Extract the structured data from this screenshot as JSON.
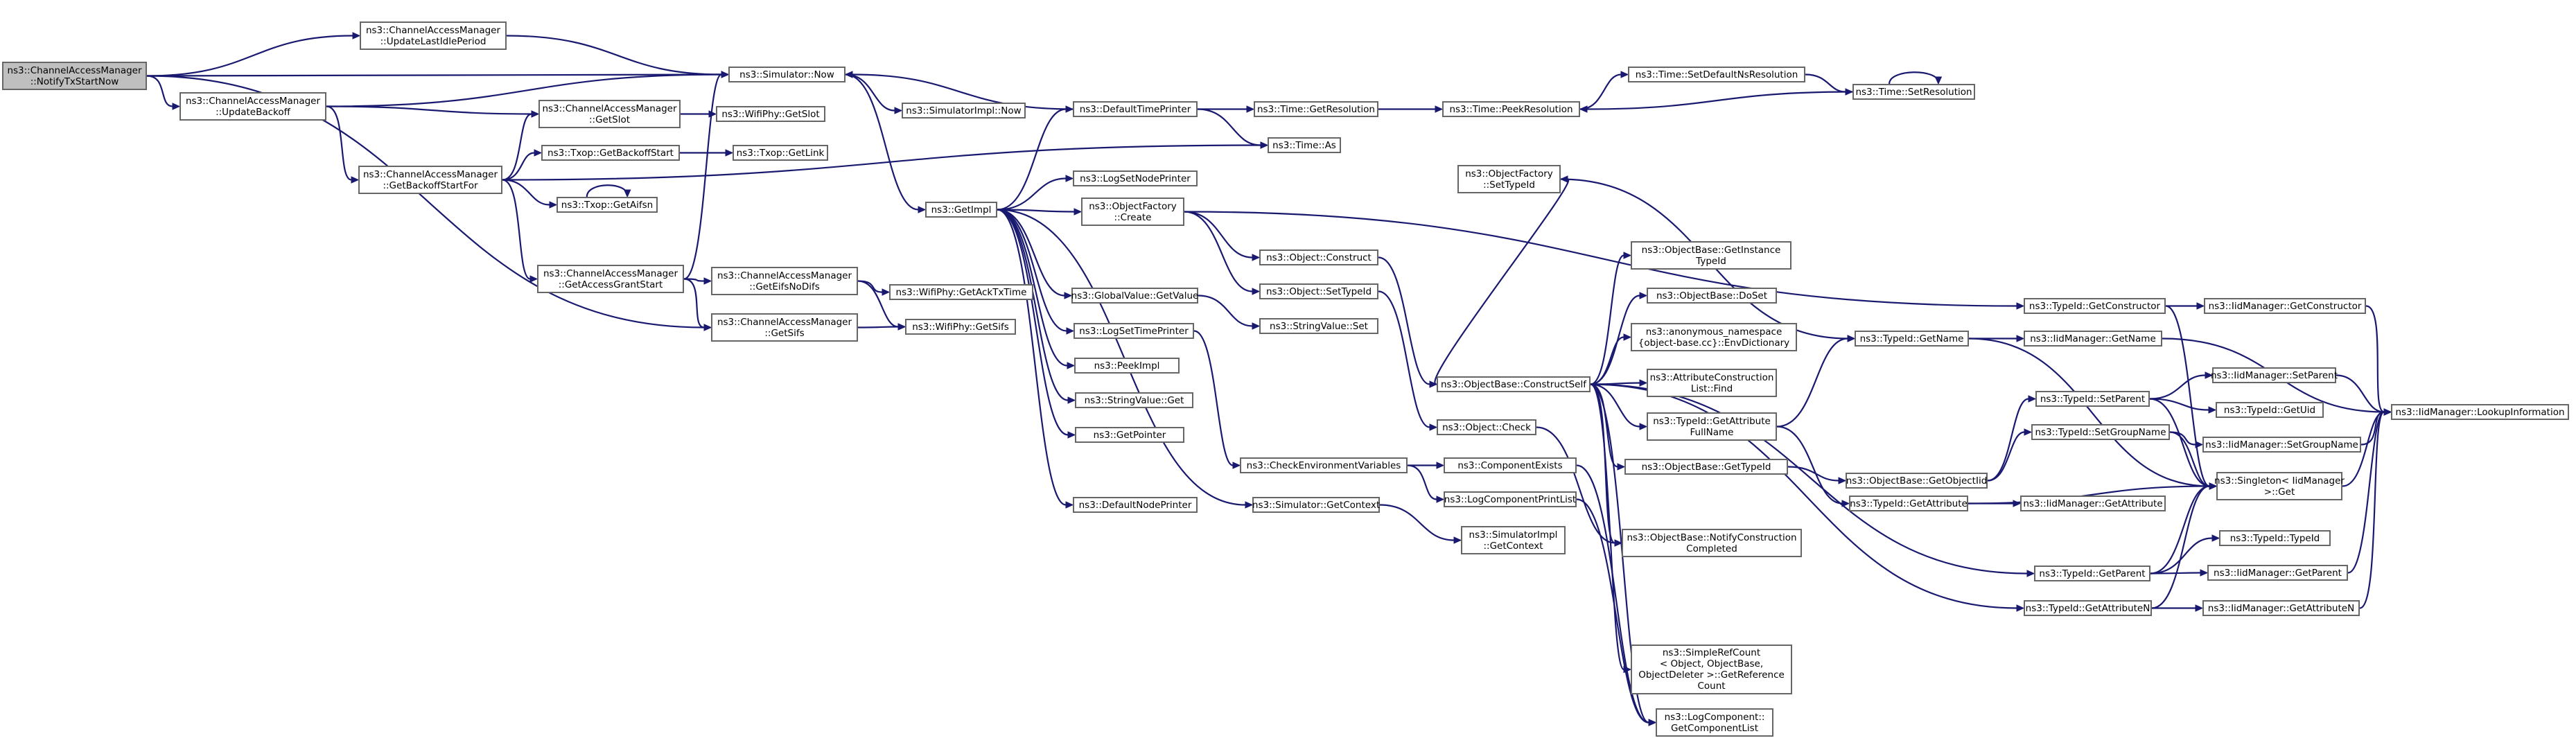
{
  "graph": {
    "colors": {
      "edge": "#191970",
      "node_border": "#666666",
      "root_fill": "#bfbfbf",
      "node_fill": "#ffffff"
    },
    "nodes": {
      "n0": [
        "ns3::ChannelAccessManager",
        "::NotifyTxStartNow"
      ],
      "n1": [
        "ns3::ChannelAccessManager",
        "::UpdateLastIdlePeriod"
      ],
      "n2": [
        "ns3::Simulator::Now"
      ],
      "n3": [
        "ns3::ChannelAccessManager",
        "::UpdateBackoff"
      ],
      "n4": [
        "ns3::ChannelAccessManager",
        "::GetSlot"
      ],
      "n5": [
        "ns3::WifiPhy::GetSlot"
      ],
      "n6": [
        "ns3::SimulatorImpl::Now"
      ],
      "n7": [
        "ns3::DefaultTimePrinter"
      ],
      "n8": [
        "ns3::Time::GetResolution"
      ],
      "n9": [
        "ns3::Time::PeekResolution"
      ],
      "n10": [
        "ns3::Time::SetDefaultNsResolution"
      ],
      "n11": [
        "ns3::Time::SetResolution"
      ],
      "n12": [
        "ns3::ChannelAccessManager",
        "::GetBackoffStartFor"
      ],
      "n13": [
        "ns3::Txop::GetBackoffStart"
      ],
      "n14": [
        "ns3::Txop::GetLink"
      ],
      "n15": [
        "ns3::Time::As"
      ],
      "n16": [
        "ns3::Txop::GetAifsn"
      ],
      "n17": [
        "ns3::ObjectFactory",
        "::SetTypeId"
      ],
      "n18": [
        "ns3::LogSetNodePrinter"
      ],
      "n19": [
        "ns3::GetImpl"
      ],
      "n20": [
        "ns3::ObjectFactory",
        "::Create"
      ],
      "n21": [
        "ns3::Object::Construct"
      ],
      "n22": [
        "ns3::ChannelAccessManager",
        "::GetAccessGrantStart"
      ],
      "n23": [
        "ns3::ChannelAccessManager",
        "::GetEifsNoDifs"
      ],
      "n24": [
        "ns3::WifiPhy::GetAckTxTime"
      ],
      "n25": [
        "ns3::GlobalValue::GetValue"
      ],
      "n26": [
        "ns3::Object::SetTypeId"
      ],
      "n27": [
        "ns3::ObjectBase::GetInstance",
        "TypeId"
      ],
      "n28": [
        "ns3::StringValue::Set"
      ],
      "n29": [
        "ns3::ChannelAccessManager",
        "::GetSifs"
      ],
      "n30": [
        "ns3::WifiPhy::GetSifs"
      ],
      "n31": [
        "ns3::LogSetTimePrinter"
      ],
      "n32": [
        "ns3::ObjectBase::DoSet"
      ],
      "n33": [
        "ns3::TypeId::GetConstructor"
      ],
      "n34": [
        "ns3::IidManager::GetConstructor"
      ],
      "n35": [
        "ns3::anonymous_namespace",
        "{object-base.cc}::EnvDictionary"
      ],
      "n36": [
        "ns3::TypeId::GetName"
      ],
      "n37": [
        "ns3::IidManager::GetName"
      ],
      "n38": [
        "ns3::PeekImpl"
      ],
      "n39": [
        "ns3::AttributeConstruction",
        "List::Find"
      ],
      "n40": [
        "ns3::ObjectBase::ConstructSelf"
      ],
      "n41": [
        "ns3::IidManager::SetParent"
      ],
      "n42": [
        "ns3::TypeId::SetParent"
      ],
      "n43": [
        "ns3::IidManager::LookupInformation"
      ],
      "n44": [
        "ns3::StringValue::Get"
      ],
      "n45": [
        "ns3::TypeId::GetUid"
      ],
      "n46": [
        "ns3::TypeId::GetAttribute",
        "FullName"
      ],
      "n47": [
        "ns3::GetPointer"
      ],
      "n48": [
        "ns3::Object::Check"
      ],
      "n49": [
        "ns3::ObjectBase::GetObjectIid"
      ],
      "n50": [
        "ns3::TypeId::SetGroupName"
      ],
      "n51": [
        "ns3::IidManager::SetGroupName"
      ],
      "n52": [
        "ns3::CheckEnvironmentVariables"
      ],
      "n53": [
        "ns3::ComponentExists"
      ],
      "n54": [
        "ns3::ObjectBase::GetTypeId"
      ],
      "n55": [
        "ns3::Singleton< IidManager",
        " >::Get"
      ],
      "n56": [
        "ns3::LogComponentPrintList"
      ],
      "n57": [
        "ns3::DefaultNodePrinter"
      ],
      "n58": [
        "ns3::Simulator::GetContext"
      ],
      "n59": [
        "ns3::TypeId::GetAttribute"
      ],
      "n60": [
        "ns3::IidManager::GetAttribute"
      ],
      "n61": [
        "ns3::SimulatorImpl",
        "::GetContext"
      ],
      "n62": [
        "ns3::ObjectBase::NotifyConstruction",
        "Completed"
      ],
      "n63": [
        "ns3::TypeId::TypeId"
      ],
      "n64": [
        "ns3::TypeId::GetParent"
      ],
      "n65": [
        "ns3::IidManager::GetParent"
      ],
      "n66": [
        "ns3::TypeId::GetAttributeN"
      ],
      "n67": [
        "ns3::IidManager::GetAttributeN"
      ],
      "n68": [
        "ns3::SimpleRefCount",
        "< Object, ObjectBase,",
        " ObjectDeleter >::GetReference",
        "Count"
      ],
      "n69": [
        "ns3::LogComponent::",
        "GetComponentList"
      ]
    }
  }
}
